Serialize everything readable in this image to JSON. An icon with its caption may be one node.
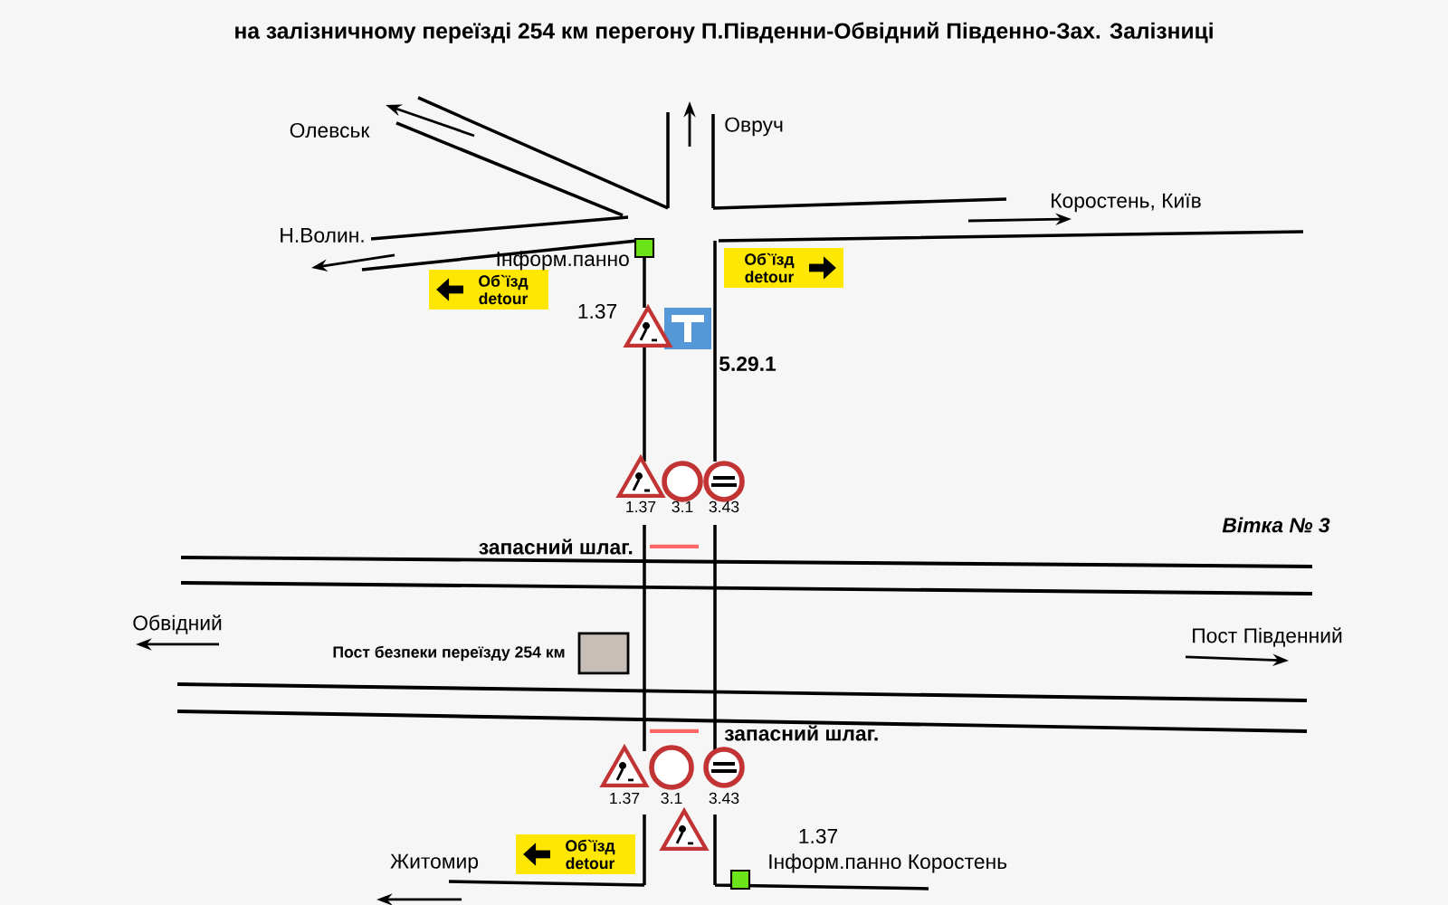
{
  "diagram": {
    "title": "на залізничному переїзді 254 км перегону П.Південни-Обвідний Південно-Зах. Залізниці",
    "nodes": [
      {
        "text": [
          "Об`їзд detour"
        ]
      },
      {
        "text": [
          "Об`їзд detour"
        ]
      },
      {
        "text": [
          "Об`їзд detour"
        ]
      }
    ],
    "labels": [
      "Олевськ",
      "Овруч",
      "Коростень, Київ",
      "Н.Волин.",
      "Інформ.панно",
      "1.37",
      "5.29.1",
      "1.37",
      "3.1",
      "3.43",
      "Вітка № 3",
      "запасний шлаг.",
      "Обвідний",
      "Пост безпеки переїзду 254 км",
      "Пост Південний",
      "запасний шлаг.",
      "1.37",
      "3.1",
      "3.43",
      "Житомир",
      "1.37",
      "Інформ.панно Коростень"
    ]
  }
}
